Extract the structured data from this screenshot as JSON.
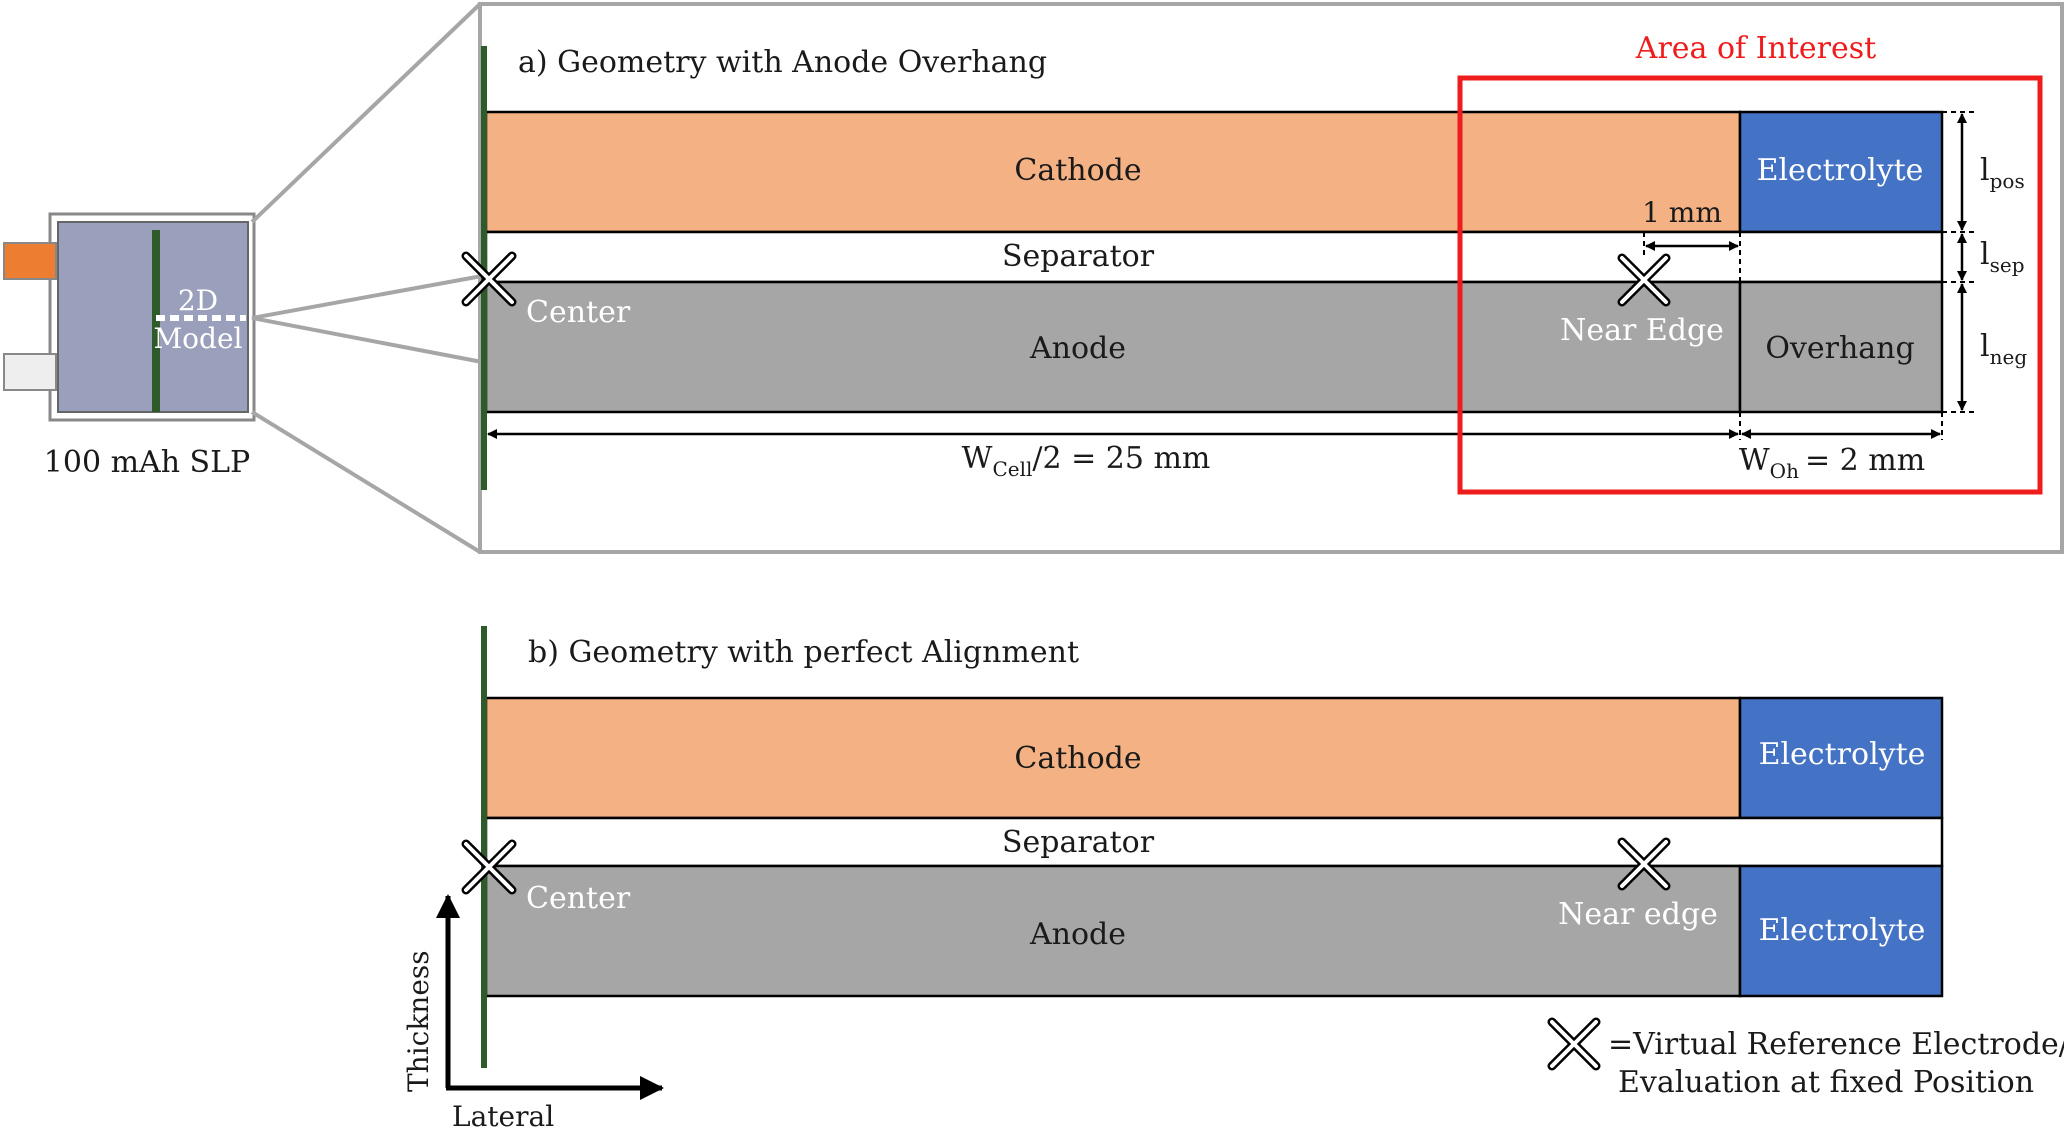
{
  "colors": {
    "cathode": "#f4b183",
    "anode": "#a6a6a6",
    "electrolyte": "#4472c4",
    "separator": "#ffffff",
    "current_collector": "#2f5a2a",
    "area_of_interest": "#ee1c1c",
    "frame": "#a6a6a6",
    "cell_body": "#9aa0bb",
    "tab_positive": "#ed7d31",
    "tab_negative": "#eeeeee"
  },
  "cell": {
    "label": "100 mAh SLP",
    "model_label_line1": "2D",
    "model_label_line2": "Model"
  },
  "panel_a": {
    "title": "a) Geometry with Anode Overhang",
    "area_of_interest": "Area of Interest",
    "cathode": "Cathode",
    "electrolyte": "Electrolyte",
    "separator": "Separator",
    "anode": "Anode",
    "overhang": "Overhang",
    "center": "Center",
    "near_edge": "Near Edge",
    "dim_1mm": "1 mm",
    "w_cell_main": "W",
    "w_cell_sub": "Cell",
    "w_cell_rest": "/2 = 25 mm",
    "w_oh_main": "W",
    "w_oh_sub": "Oh",
    "w_oh_rest": "= 2 mm",
    "l_pos_main": "l",
    "l_pos_sub": "pos",
    "l_sep_main": "l",
    "l_sep_sub": "sep",
    "l_neg_main": "l",
    "l_neg_sub": "neg"
  },
  "panel_b": {
    "title": "b) Geometry with perfect Alignment",
    "cathode": "Cathode",
    "electrolyte_top": "Electrolyte",
    "separator": "Separator",
    "anode": "Anode",
    "electrolyte_bottom": "Electrolyte",
    "center": "Center",
    "near_edge": "Near edge"
  },
  "axes": {
    "thickness": "Thickness",
    "lateral": "Lateral"
  },
  "legend": {
    "line1": "=Virtual Reference Electrode/",
    "line2": "Evaluation at fixed Position"
  }
}
